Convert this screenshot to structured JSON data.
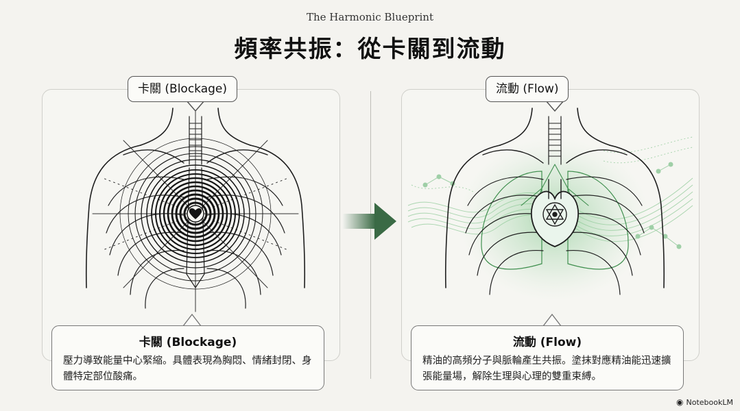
{
  "header": {
    "subtitle": "The Harmonic Blueprint",
    "title": "頻率共振：從卡關到流動"
  },
  "panels": [
    {
      "tag": "卡關 (Blockage)",
      "caption_title": "卡關 (Blockage)",
      "caption_body": "壓力導致能量中心緊縮。具體表現為胸悶、情緒封閉、身體特定部位酸痛。"
    },
    {
      "tag": "流動 (Flow)",
      "caption_title": "流動 (Flow)",
      "caption_body": "精油的高頻分子與脈輪產生共振。塗抹對應精油能迅速擴張能量場，解除生理與心理的雙重束縛。"
    }
  ],
  "watermark": {
    "text": "NotebookLM"
  },
  "colors": {
    "green": "#3f8f4e",
    "green_light": "#bfe0c4",
    "ink": "#1e1e1e"
  },
  "icons": [
    "heart-icon",
    "hexagram-icon",
    "arrow-right-icon",
    "notebooklm-icon"
  ]
}
